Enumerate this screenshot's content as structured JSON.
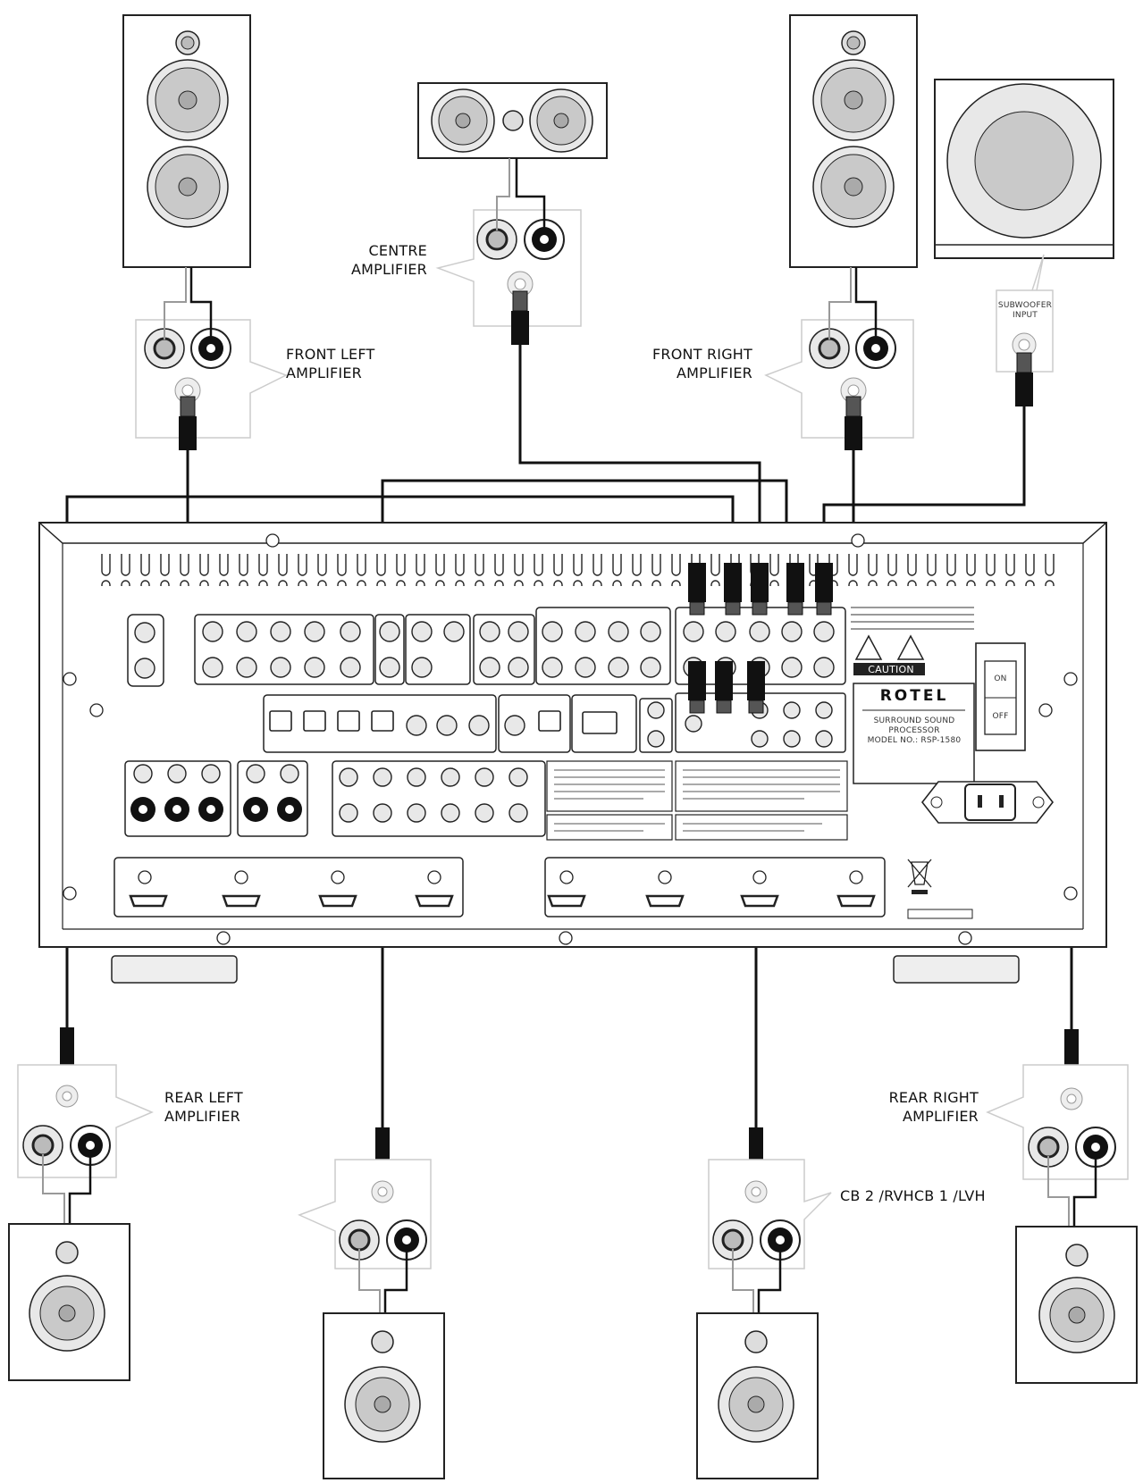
{
  "labels": {
    "front_left": [
      "FRONT LEFT",
      "AMPLIFIER"
    ],
    "centre": [
      "CENTRE",
      "AMPLIFIER"
    ],
    "front_right": [
      "FRONT RIGHT",
      "AMPLIFIER"
    ],
    "subwoofer": [
      "SUBWOOFER",
      "INPUT"
    ],
    "rear_left": [
      "REAR LEFT",
      "AMPLIFIER"
    ],
    "rear_right": [
      "REAR RIGHT",
      "AMPLIFIER"
    ],
    "cb": "CB 2 /RVHCB 1 /LVH"
  },
  "panel": {
    "brand": "ROTEL",
    "caution": "CAUTION",
    "model": [
      "SURROUND SOUND",
      "PROCESSOR",
      "MODEL NO.: RSP-1580"
    ],
    "power_on": "ON",
    "power_off": "OFF"
  },
  "colors": {
    "line": "#111111",
    "speaker_fill": "#e8e8e8",
    "cone_fill": "#c9c9c9"
  }
}
